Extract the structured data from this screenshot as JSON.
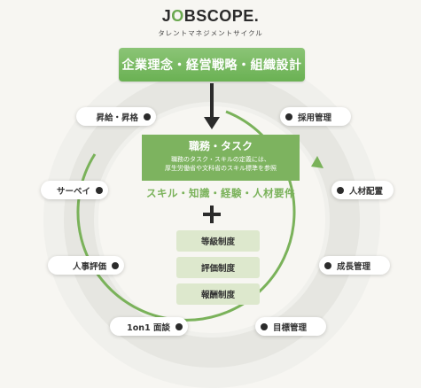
{
  "header": {
    "logo_prefix": "J",
    "logo_o": "O",
    "logo_suffix": "BSCOPE.",
    "tagline": "タレントマネジメントサイクル"
  },
  "banner": "企業理念・経営戦略・組織設計",
  "task": {
    "title": "職務・タスク",
    "desc_line1": "職務のタスク・スキルの定義には、",
    "desc_line2": "厚生労働省や文科省のスキル標準を参照"
  },
  "skills": "スキル・知識・経験・人材要件",
  "systems": [
    "等級制度",
    "評価制度",
    "報酬制度"
  ],
  "cycle": {
    "left": [
      "昇給・昇格",
      "サーベイ",
      "人事評価",
      "1on1 面談"
    ],
    "right": [
      "採用管理",
      "人材配置",
      "成長管理",
      "目標管理"
    ]
  },
  "colors": {
    "accent_green": "#6ab153",
    "ring_gray": "#eaeae6",
    "text_dark": "#2b2b2b"
  }
}
